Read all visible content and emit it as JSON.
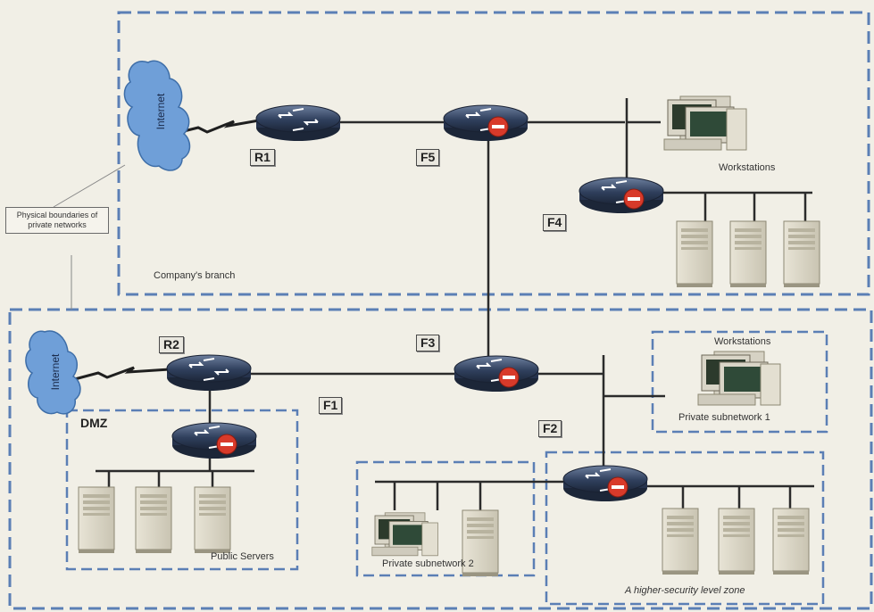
{
  "labels": {
    "internet_top": "Internet",
    "internet_bottom": "Internet",
    "r1": "R1",
    "r2": "R2",
    "f1": "F1",
    "f2": "F2",
    "f3": "F3",
    "f4": "F4",
    "f5": "F5",
    "dmz": "DMZ",
    "company_branch": "Company's branch",
    "workstations_top": "Workstations",
    "workstations_right": "Workstations",
    "private_subnet_1": "Private subnetwork 1",
    "private_subnet_2": "Private subnetwork 2",
    "public_servers": "Public Servers",
    "higher_security_zone": "A higher-security level zone",
    "physical_boundaries": "Physical boundaries of private networks"
  },
  "colors": {
    "zone_border": "#5b7fb5",
    "router_body": "#2f3f5c",
    "cloud": "#6f9fd8",
    "firewall_stop": "#d83a2a",
    "cable": "#2b2b2b"
  }
}
